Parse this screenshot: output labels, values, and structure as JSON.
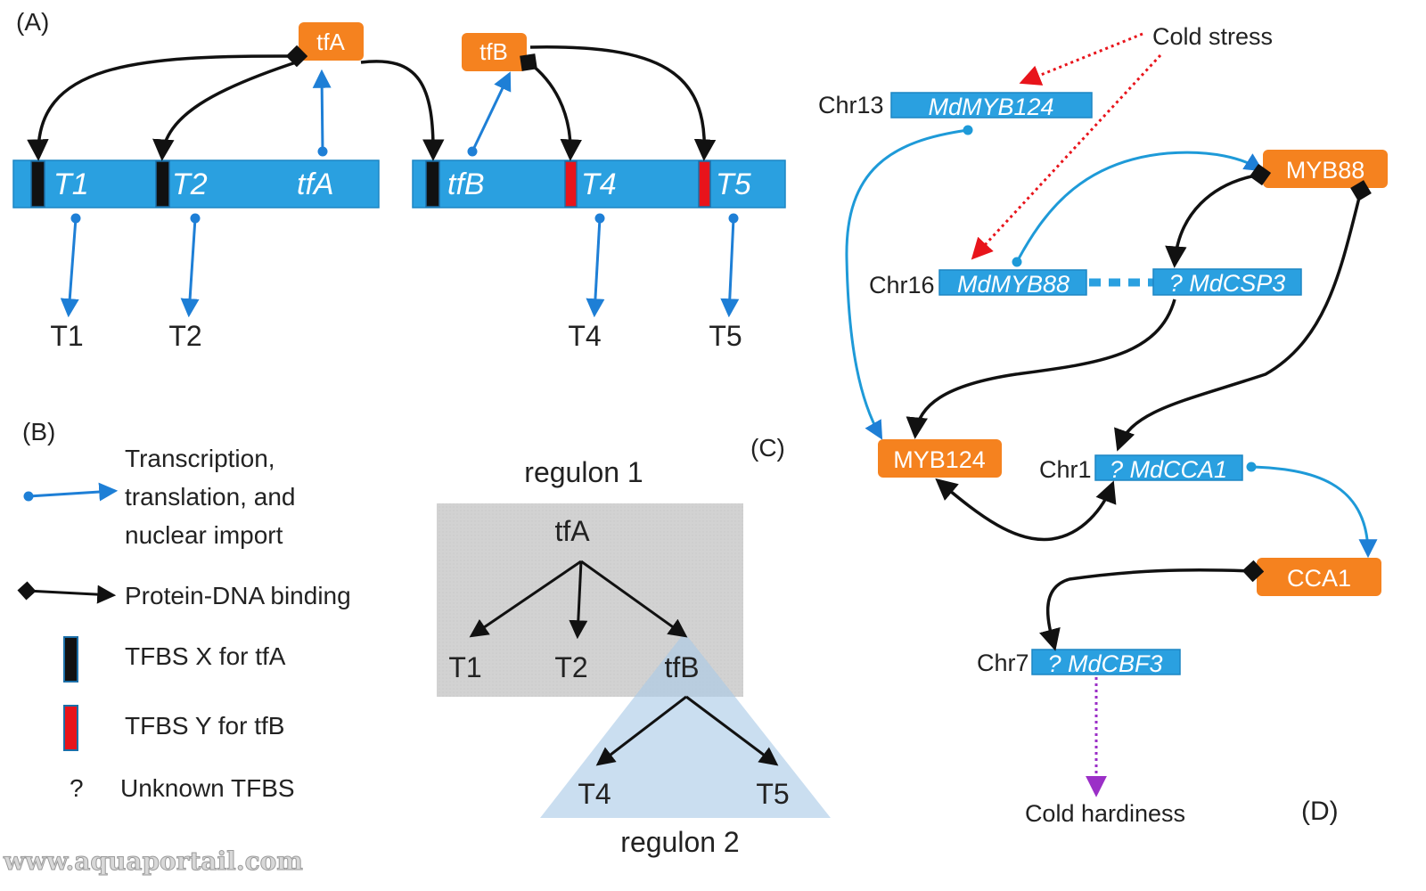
{
  "panels": {
    "a": "(A)",
    "b": "(B)",
    "c": "(C)",
    "d": "(D)"
  },
  "panel_a": {
    "proteins": {
      "tfA": "tfA",
      "tfB": "tfB"
    },
    "genes": {
      "t1": "T1",
      "t2": "T2",
      "tfA": "tfA",
      "tfB": "tfB",
      "t4": "T4",
      "t5": "T5"
    },
    "products": {
      "t1": "T1",
      "t2": "T2",
      "t4": "T4",
      "t5": "T5"
    }
  },
  "legend": {
    "transcription_l1": "Transcription,",
    "transcription_l2": "translation, and",
    "transcription_l3": "nuclear import",
    "binding": "Protein-DNA binding",
    "tfbs_x": "TFBS X for tfA",
    "tfbs_y": "TFBS Y for tfB",
    "unknown_symbol": "?",
    "unknown": "Unknown TFBS"
  },
  "panel_c": {
    "regulon1": "regulon 1",
    "regulon2": "regulon 2",
    "nodes": {
      "tfA": "tfA",
      "t1": "T1",
      "t2": "T2",
      "tfB": "tfB",
      "t4": "T4",
      "t5": "T5"
    }
  },
  "panel_d": {
    "cold_stress": "Cold stress",
    "cold_hardiness": "Cold hardiness",
    "chromosomes": {
      "chr13": "Chr13",
      "chr16": "Chr16",
      "chr1": "Chr1",
      "chr7": "Chr7"
    },
    "genes": {
      "mdmyb124": "MdMYB124",
      "mdmyb88": "MdMYB88",
      "mdcsp3": "? MdCSP3",
      "mdcca1": "? MdCCA1",
      "mdcbf3": "? MdCBF3"
    },
    "proteins": {
      "myb88": "MYB88",
      "myb124": "MYB124",
      "cca1": "CCA1"
    }
  },
  "watermark": "www.aquaportail.com",
  "colors": {
    "gene_blue": "#2aa0e0",
    "protein_orange": "#f5821f",
    "arrow_blue": "#1e7fd6",
    "tfbs_x": "#111111",
    "tfbs_y": "#e8141b",
    "cold_red": "#e8141b",
    "hardiness_purple": "#9b2fc7"
  }
}
